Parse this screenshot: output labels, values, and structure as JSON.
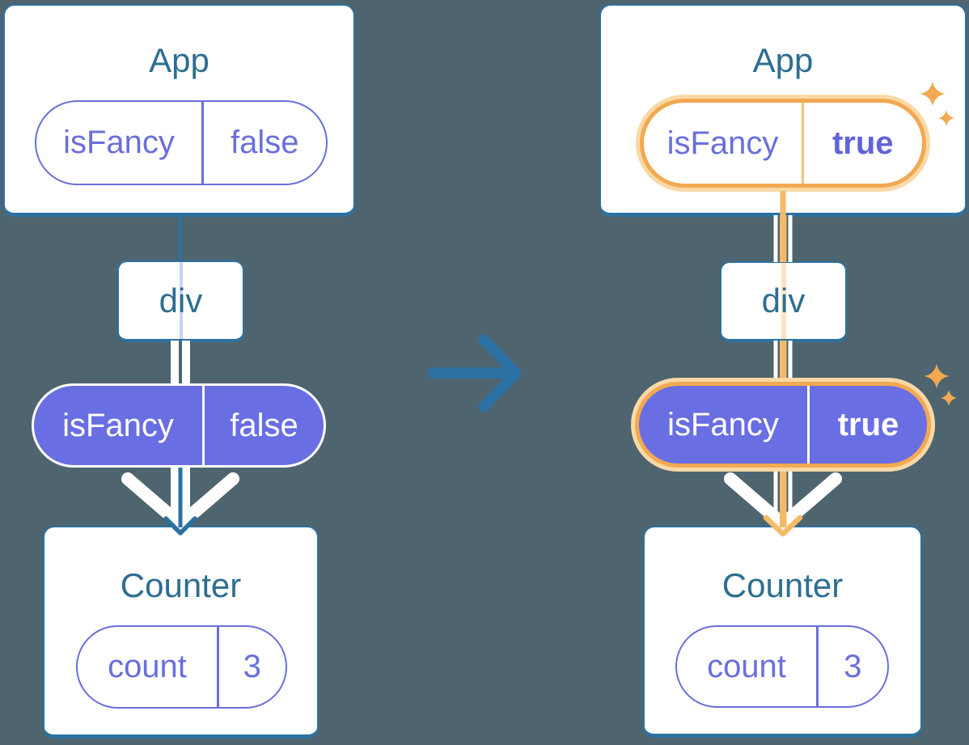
{
  "colors": {
    "background": "#4E6570",
    "card_fill": "#FFFFFF",
    "card_border": "#2C71A0",
    "title_text": "#2D6E91",
    "purple_outline": "#6A6FDB",
    "purple_fill": "#696EE2",
    "purple_bold_value": "#6163D8",
    "highlight_orange": "#F2A952",
    "highlight_orange_glow": "#FAD9A6",
    "orange_flow_line": "#F5BA68",
    "lavender_flow_line": "#C9D4F0",
    "pale_orange_flow_line": "#FBE4C2",
    "transition_arrow": "#2C71A4"
  },
  "icons": {
    "transition_arrow": "arrow-right-icon",
    "flow_arrowhead": "arrowhead-down-icon",
    "white_chevron": "white-chevron-icon",
    "sparkles": "sparkle-icon"
  },
  "before": {
    "app_card": {
      "title": "App",
      "prop_pill": {
        "key": "isFancy",
        "value": "false"
      }
    },
    "div_box": {
      "label": "div"
    },
    "passed_prop_pill": {
      "key": "isFancy",
      "value": "false"
    },
    "counter_card": {
      "title": "Counter",
      "state_pill": {
        "key": "count",
        "value": "3"
      }
    }
  },
  "after": {
    "app_card": {
      "title": "App",
      "prop_pill": {
        "key": "isFancy",
        "value": "true"
      }
    },
    "div_box": {
      "label": "div"
    },
    "passed_prop_pill": {
      "key": "isFancy",
      "value": "true"
    },
    "counter_card": {
      "title": "Counter",
      "state_pill": {
        "key": "count",
        "value": "3"
      }
    }
  }
}
